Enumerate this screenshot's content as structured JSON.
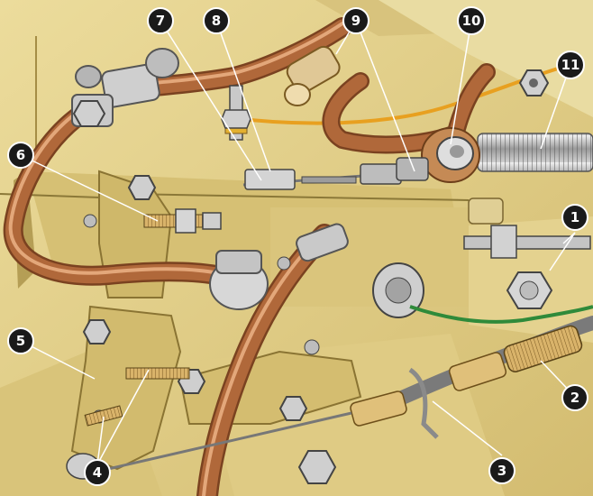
{
  "diagram": {
    "callouts": [
      {
        "id": "1",
        "label": "1"
      },
      {
        "id": "2",
        "label": "2"
      },
      {
        "id": "3",
        "label": "3"
      },
      {
        "id": "4",
        "label": "4"
      },
      {
        "id": "5",
        "label": "5"
      },
      {
        "id": "6",
        "label": "6"
      },
      {
        "id": "7",
        "label": "7"
      },
      {
        "id": "8",
        "label": "8"
      },
      {
        "id": "9",
        "label": "9"
      },
      {
        "id": "10",
        "label": "10"
      },
      {
        "id": "11",
        "label": "11"
      }
    ]
  },
  "colors": {
    "background": "#e6d590",
    "panel": "#dcc67a",
    "panel_shadow": "#b59e55",
    "tube_copper": "#b0683a",
    "tube_highlight": "#e3a77a",
    "cable_orange": "#e8a020",
    "wire_green": "#2f8a3a",
    "cable_steel": "#777777",
    "callout_fill": "#1a1a1a"
  }
}
